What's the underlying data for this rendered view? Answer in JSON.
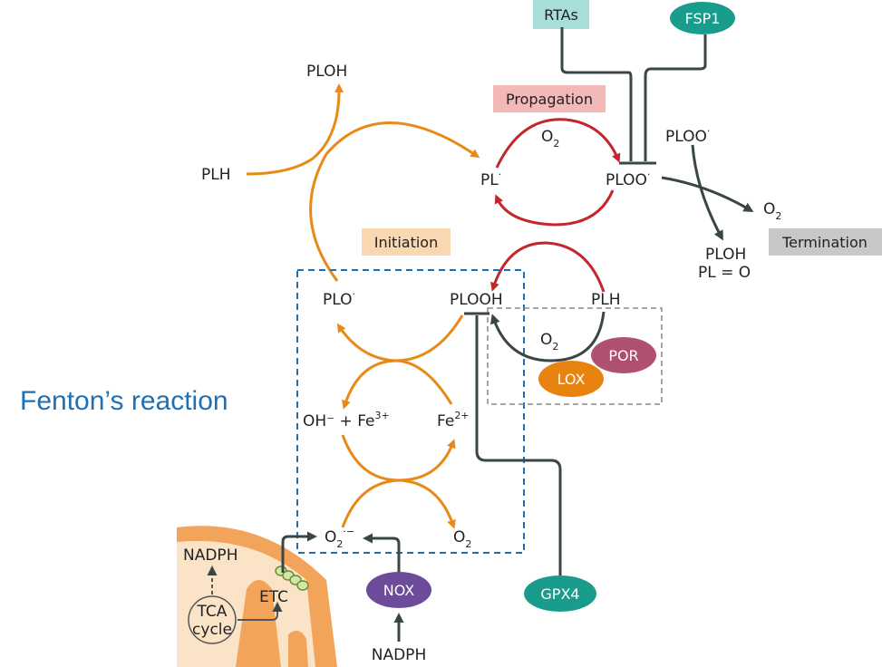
{
  "colors": {
    "orange": "#e88a1a",
    "red": "#c1272d",
    "dark": "#3a4646",
    "blue_dash": "#1f6fb5",
    "teal": "#1a9c8c",
    "purple": "#6b4b9a",
    "mauve": "#b0506f",
    "lox": "#e8830f",
    "rtas_bg": "#a8ddd9",
    "prop_bg": "#f3b8b8",
    "init_bg": "#f9d7b0",
    "term_bg": "#c8c8c8",
    "mito": "#f2a55a"
  },
  "labels": {
    "rtas": "RTAs",
    "fsp1": "FSP1",
    "propagation": "Propagation",
    "initiation": "Initiation",
    "termination": "Termination",
    "fenton": "Fenton’s reaction",
    "ploh_top": "PLOH",
    "plh_left": "PLH",
    "pl_radical": "PL",
    "pl_radical_sup": "·",
    "o2_top": "O",
    "o2_top_sub": "2",
    "ploo_center": "PLOO",
    "ploo_center_sup": "·",
    "ploo_right": "PLOO",
    "ploo_right_sup": "·",
    "o2_right": "O",
    "o2_right_sub": "2",
    "ploh_term": "PLOH",
    "pl_eq_o": "PL = O",
    "plo_radical": "PLO",
    "plo_radical_sup": "·",
    "plooh": "PLOOH",
    "plh_right": "PLH",
    "o2_enzyme": "O",
    "o2_enzyme_sub": "2",
    "por": "POR",
    "lox": "LOX",
    "oh_fe3": "OH⁻ + Fe",
    "oh_fe3_sup": "3+",
    "fe2": "Fe",
    "fe2_sup": "2+",
    "superoxide": "O",
    "superoxide_sub": "2",
    "superoxide_sup": "·−",
    "o2_bottom": "O",
    "o2_bottom_sub": "2",
    "nadph_mito": "NADPH",
    "etc": "ETC",
    "tca_line1": "TCA",
    "tca_line2": "cycle",
    "nox": "NOX",
    "nadph_bottom": "NADPH",
    "gpx4": "GPX4"
  }
}
